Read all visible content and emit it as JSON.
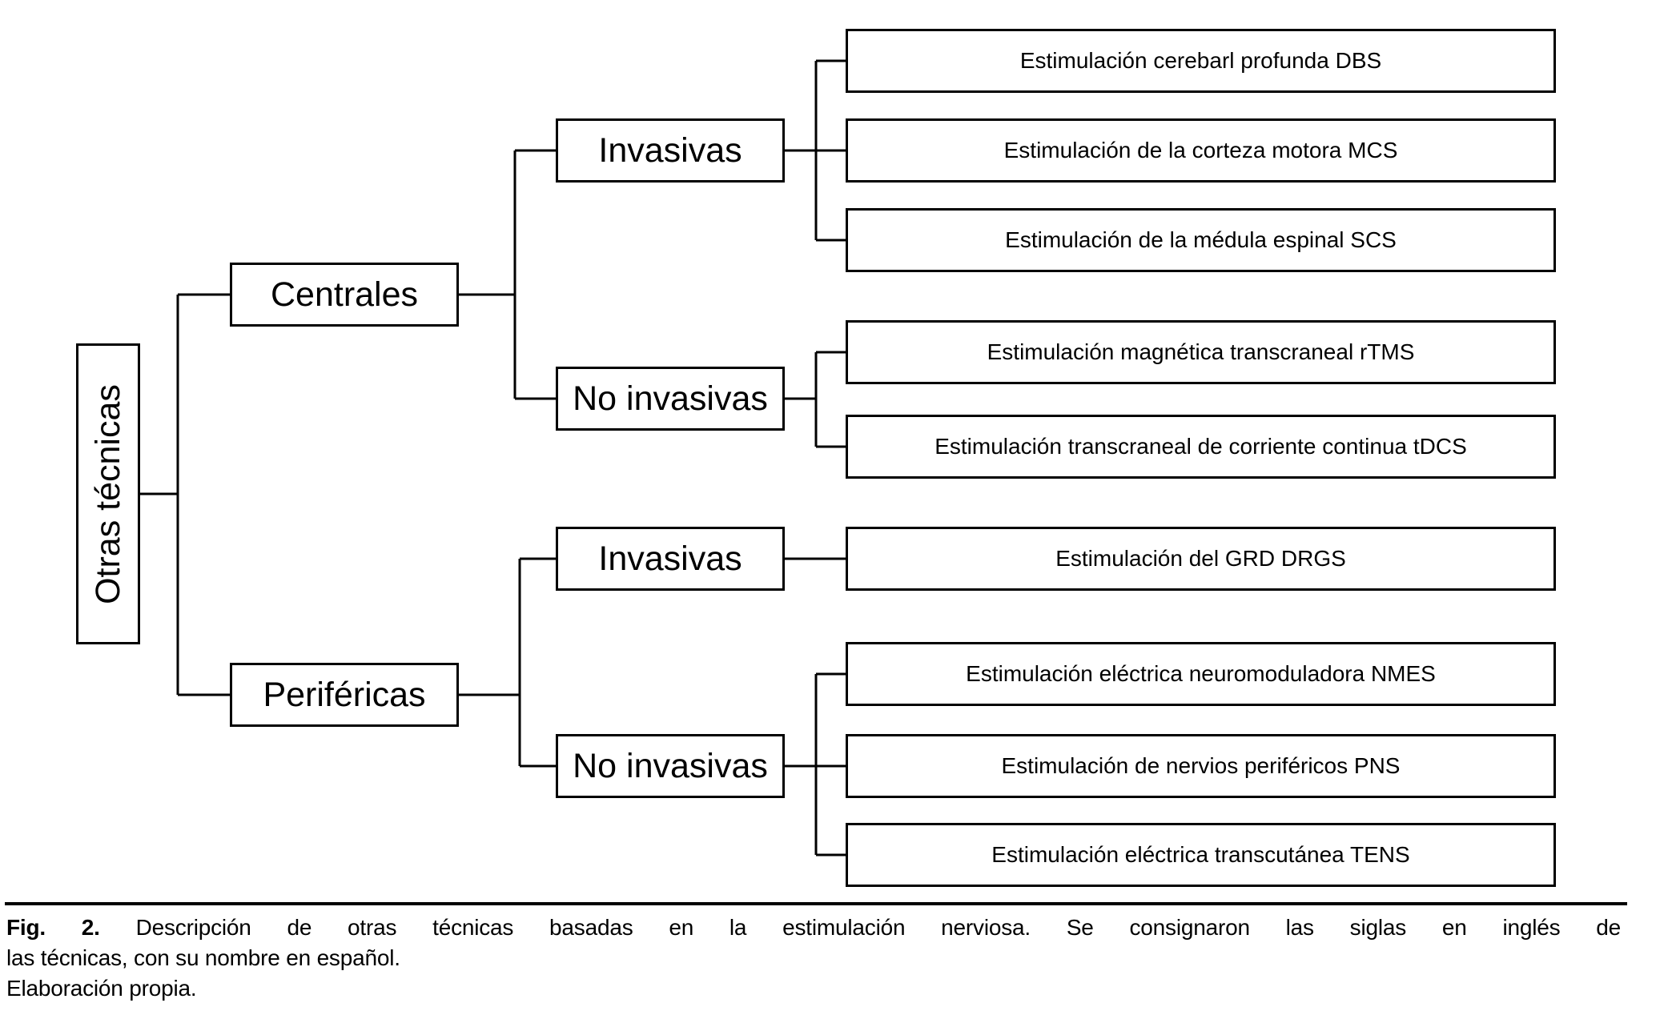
{
  "colors": {
    "line": "#000000",
    "text": "#000000",
    "background": "#ffffff"
  },
  "tree": {
    "root": {
      "label": "Otras técnicas",
      "children": [
        {
          "label": "Centrales",
          "children": [
            {
              "label": "Invasivas",
              "children": [
                {
                  "label": "Estimulación cerebarl profunda DBS"
                },
                {
                  "label": "Estimulación de la corteza motora MCS"
                },
                {
                  "label": "Estimulación de la médula espinal SCS"
                }
              ]
            },
            {
              "label": "No invasivas",
              "children": [
                {
                  "label": "Estimulación magnética transcraneal rTMS"
                },
                {
                  "label": "Estimulación transcraneal de corriente continua tDCS"
                }
              ]
            }
          ]
        },
        {
          "label": "Periféricas",
          "children": [
            {
              "label": "Invasivas",
              "children": [
                {
                  "label": "Estimulación del GRD DRGS"
                }
              ]
            },
            {
              "label": "No invasivas",
              "children": [
                {
                  "label": "Estimulación eléctrica neuromoduladora NMES"
                },
                {
                  "label": "Estimulación de nervios periféricos PNS"
                },
                {
                  "label": "Estimulación eléctrica transcutánea TENS"
                }
              ]
            }
          ]
        }
      ]
    }
  },
  "caption": {
    "fig_label": "Fig. 2.",
    "line1_rest": "Descripción de otras técnicas basadas en la estimulación nerviosa. Se consignaron las siglas en inglés de",
    "line2": "las técnicas, con su nombre en español.",
    "line3": "Elaboración propia."
  }
}
